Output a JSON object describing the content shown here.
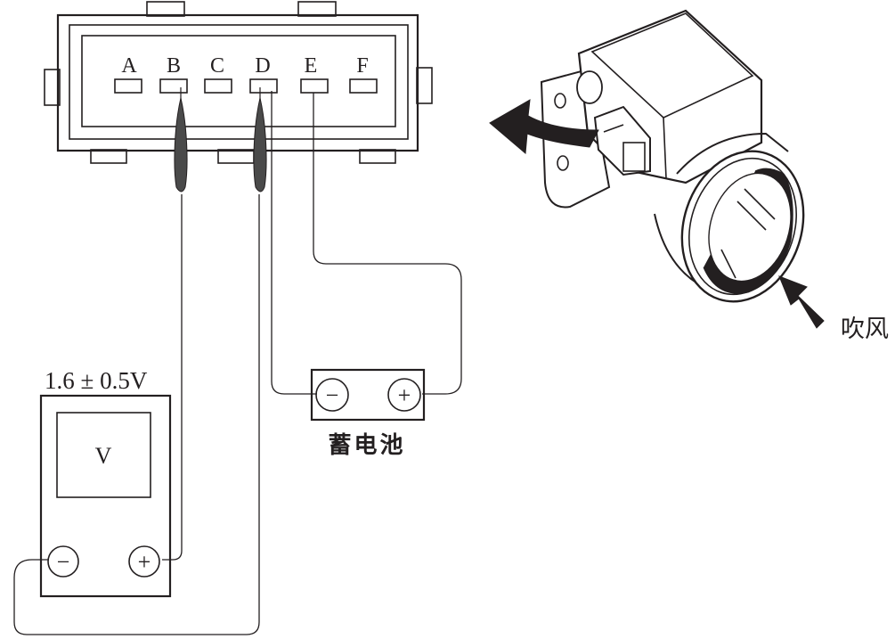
{
  "connector": {
    "pins": [
      "A",
      "B",
      "C",
      "D",
      "E",
      "F"
    ]
  },
  "voltmeter": {
    "reading": "1.6 ± 0.5V",
    "display": "V",
    "minus_symbol": "−",
    "plus_symbol": "+"
  },
  "battery": {
    "label": "蓄电池",
    "minus_symbol": "−",
    "plus_symbol": "+"
  },
  "sensor": {
    "airflow_label": "吹风"
  },
  "colors": {
    "line": "#231f20",
    "probe": "#4a4a4a",
    "background": "#ffffff"
  }
}
